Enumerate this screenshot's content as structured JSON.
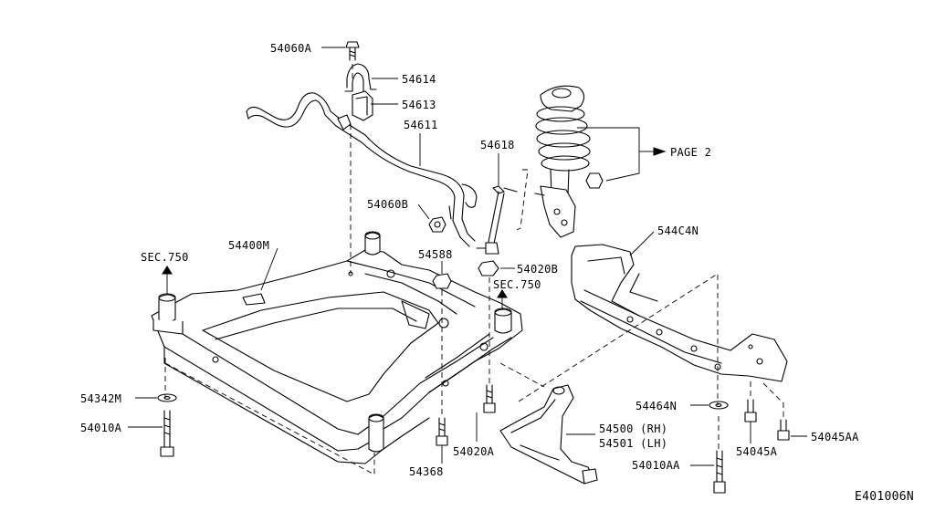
{
  "labels": {
    "l54060A": "54060A",
    "l54614": "54614",
    "l54613": "54613",
    "l54611": "54611",
    "l54618": "54618",
    "page2": "PAGE 2",
    "l54060B": "54060B",
    "l544C4N": "544C4N",
    "l54400M": "54400M",
    "l54588": "54588",
    "l54020B": "54020B",
    "sec750a": "SEC.750",
    "sec750b": "SEC.750",
    "l54342M": "54342M",
    "l54010A": "54010A",
    "l54500": "54500 (RH)",
    "l54501": "54501 (LH)",
    "l54464N": "54464N",
    "l54045A": "54045A",
    "l54045AA": "54045AA",
    "l54020A": "54020A",
    "l54368": "54368",
    "l54010AA": "54010AA",
    "ref": "E401006N"
  }
}
